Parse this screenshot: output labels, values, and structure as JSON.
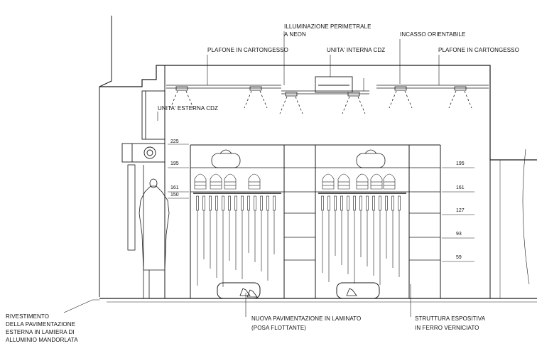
{
  "labels": {
    "illuminazione_line1": "ILLUMINAZIONE PERIMETRALE",
    "illuminazione_line2": "A NEON",
    "plafone_left": "PLAFONE IN CARTONGESSO",
    "unita_interna": "UNITA' INTERNA CDZ",
    "incasso": "INCASSO ORIENTABILE",
    "plafone_right": "PLAFONE IN CARTONGESSO",
    "unita_esterna": "UNITA' ESTERNA CDZ",
    "rivestimento": [
      "RIVESTIMENTO",
      "DELLA PAVIMENTAZIONE",
      "ESTERNA IN LAMIERA DI",
      "ALLUMINIO MANDORLATA"
    ],
    "pavimentazione": [
      "NUOVA PAVIMENTAZIONE IN LAMINATO",
      "(POSA FLOTTANTE)"
    ],
    "struttura": [
      "STRUTTURA ESPOSITIVA",
      "IN FERRO VERNICIATO"
    ]
  },
  "dimensions_left": [
    "225",
    "195",
    "161",
    "150"
  ],
  "dimensions_right": [
    "195",
    "161",
    "127",
    "93",
    "59"
  ]
}
